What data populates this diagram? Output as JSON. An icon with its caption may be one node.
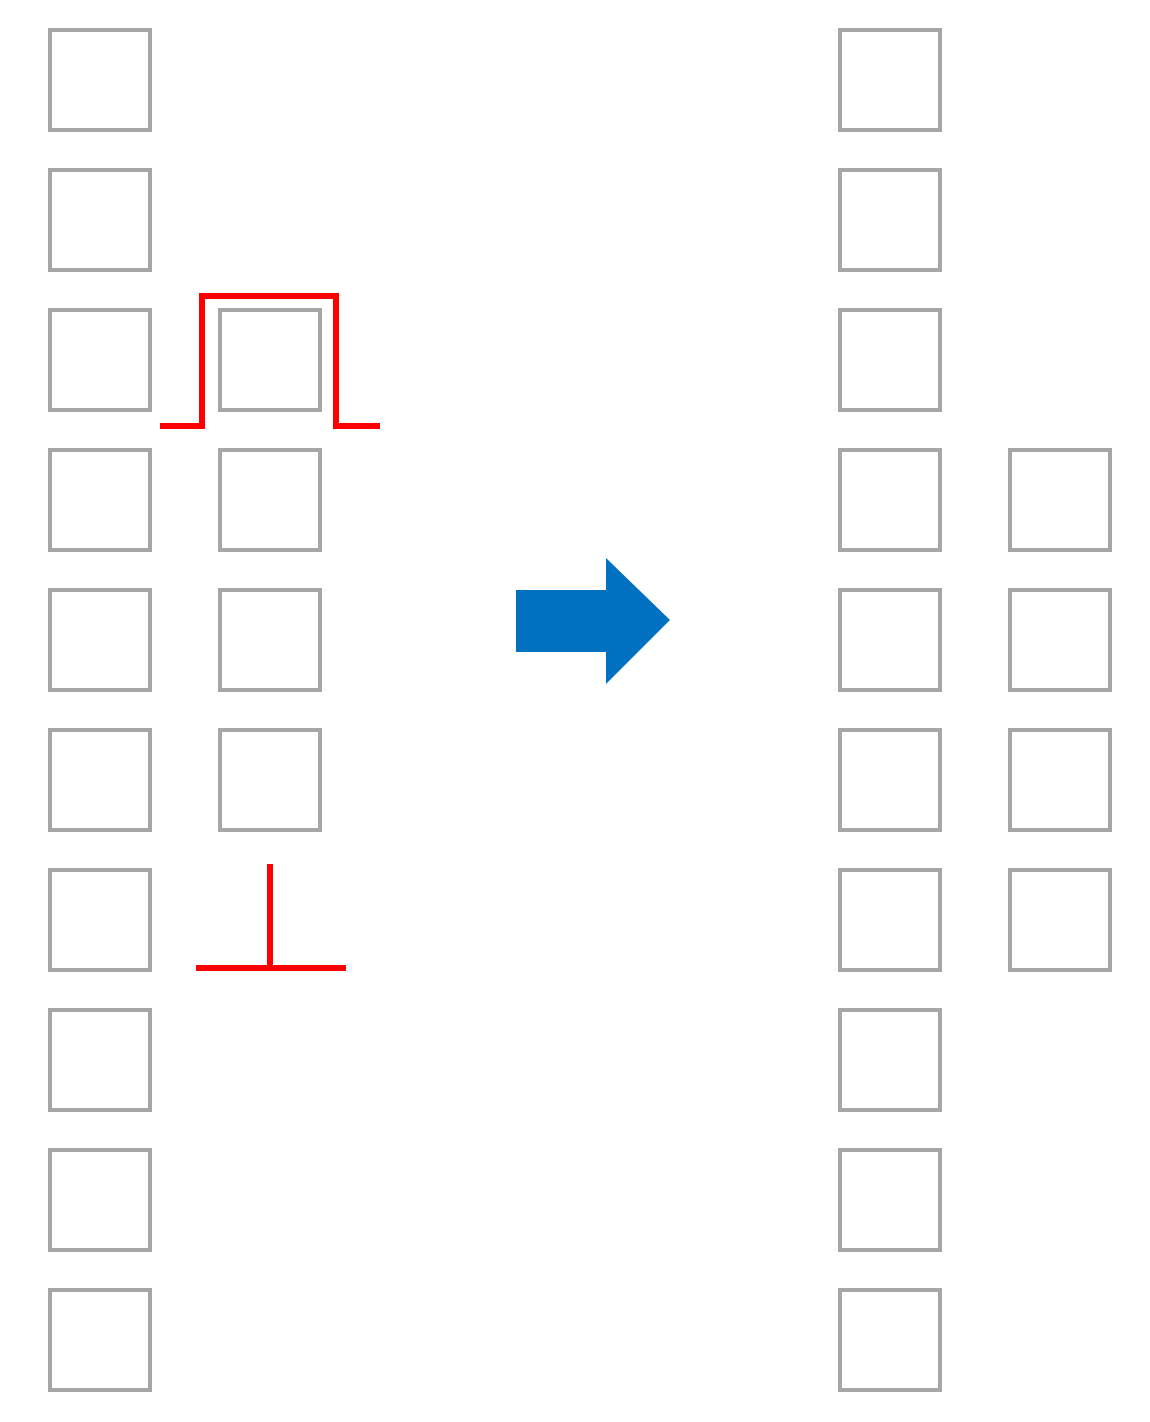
{
  "diagram": {
    "nodes": [
      {
        "text": [],
        "shape": "box"
      },
      {
        "text": [],
        "shape": "box"
      },
      {
        "text": [],
        "shape": "box"
      },
      {
        "text": [],
        "shape": "box"
      },
      {
        "text": [],
        "shape": "box"
      },
      {
        "text": [],
        "shape": "box"
      },
      {
        "text": [],
        "shape": "box"
      },
      {
        "text": [],
        "shape": "box"
      },
      {
        "text": [],
        "shape": "box"
      },
      {
        "text": [],
        "shape": "box"
      },
      {
        "text": [],
        "shape": "box"
      },
      {
        "text": [],
        "shape": "box"
      },
      {
        "text": [],
        "shape": "box"
      },
      {
        "text": [],
        "shape": "box"
      },
      {
        "text": [],
        "shape": "box"
      },
      {
        "text": [],
        "shape": "box"
      },
      {
        "text": [],
        "shape": "box"
      },
      {
        "text": [],
        "shape": "box"
      },
      {
        "text": [],
        "shape": "box"
      },
      {
        "text": [],
        "shape": "box"
      },
      {
        "text": [],
        "shape": "box"
      },
      {
        "text": [],
        "shape": "box"
      },
      {
        "text": [],
        "shape": "box"
      },
      {
        "text": [],
        "shape": "box"
      },
      {
        "text": [],
        "shape": "box"
      },
      {
        "text": [],
        "shape": "box"
      },
      {
        "text": [],
        "shape": "box"
      },
      {
        "text": [],
        "shape": "box"
      }
    ]
  }
}
